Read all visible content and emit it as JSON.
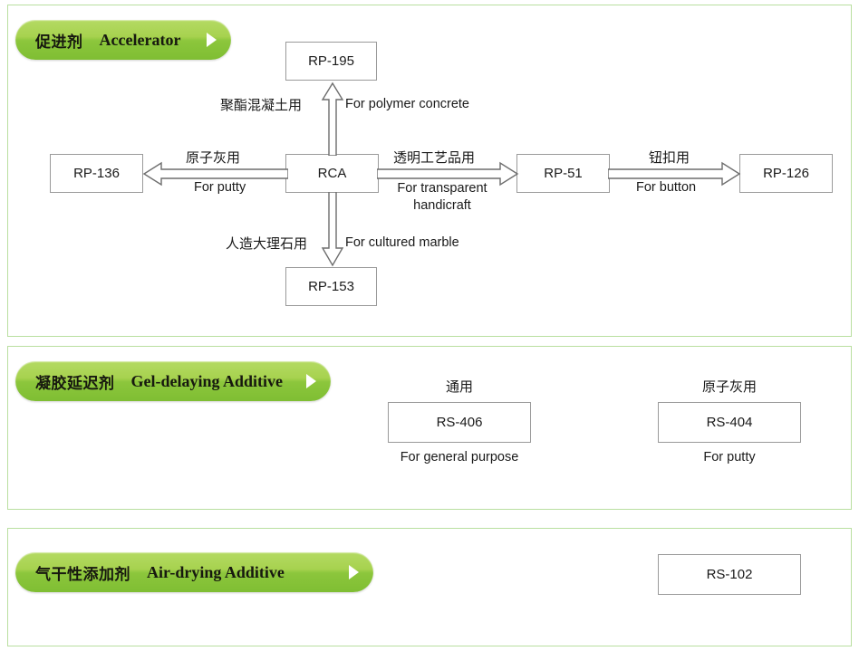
{
  "sections": [
    {
      "id": "accelerator",
      "cn": "促进剂",
      "en": "Accelerator",
      "arrow_icon": "play-triangle-icon"
    },
    {
      "id": "gel",
      "cn": "凝胶延迟剂",
      "en": "Gel-delaying Additive",
      "arrow_icon": "play-triangle-icon"
    },
    {
      "id": "airdry",
      "cn": "气干性添加剂",
      "en": "Air-drying Additive",
      "arrow_icon": "play-triangle-icon"
    }
  ],
  "boxes": {
    "rca": "RCA",
    "rp195": "RP-195",
    "rp136": "RP-136",
    "rp51": "RP-51",
    "rp126": "RP-126",
    "rp153": "RP-153",
    "rs406": "RS-406",
    "rs404": "RS-404",
    "rs102": "RS-102"
  },
  "captions": {
    "polymer_concrete_cn": "聚酯混凝土用",
    "polymer_concrete_en": "For polymer concrete",
    "putty_cn": "原子灰用",
    "putty_en": "For putty",
    "transparent_cn": "透明工艺品用",
    "transparent_en": "For transparent handicraft",
    "button_cn": "钮扣用",
    "button_en": "For button",
    "marble_cn": "人造大理石用",
    "marble_en": "For cultured marble"
  },
  "gel_labels": {
    "general_cn": "通用",
    "general_en": "For general purpose",
    "putty_cn": "原子灰用",
    "putty_en": "For putty"
  },
  "colors": {
    "panel_border": "#b9dfa0",
    "pill_green_light": "#b4da63",
    "pill_green_dark": "#7fbe33",
    "box_border": "#9a9a9a",
    "text": "#1a1a1a",
    "arrow_stroke": "#6d6d6d"
  }
}
